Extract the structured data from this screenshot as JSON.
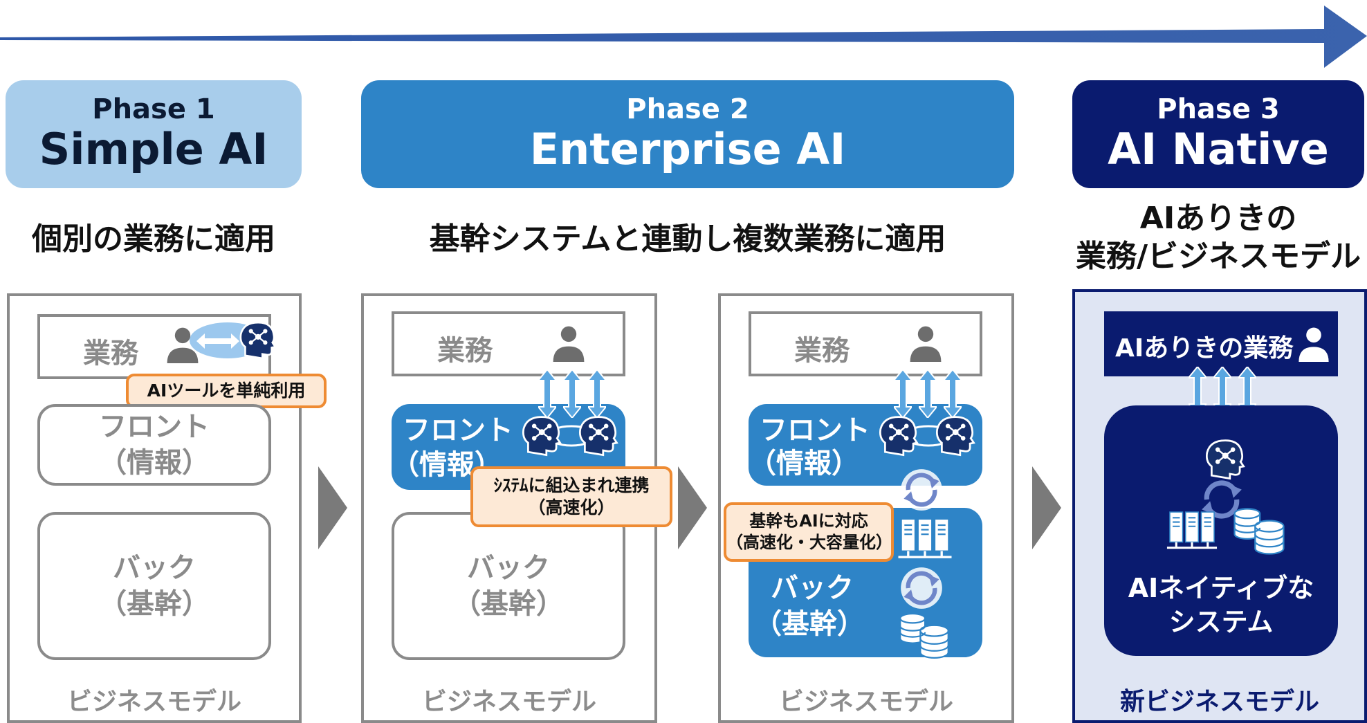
{
  "phases": [
    {
      "number": "Phase 1",
      "name": "Simple AI",
      "description": "個別の業務に適用"
    },
    {
      "number": "Phase 2",
      "name": "Enterprise AI",
      "description": "基幹システムと連動し複数業務に適用"
    },
    {
      "number": "Phase 3",
      "name": "AI Native",
      "description_line1": "AIありきの",
      "description_line2": "業務/ビジネスモデル"
    }
  ],
  "panel1": {
    "task": "業務",
    "callout": "AIツールを単純利用",
    "front_line1": "フロント",
    "front_line2": "（情報）",
    "back_line1": "バック",
    "back_line2": "（基幹）",
    "business_model": "ビジネスモデル"
  },
  "panel2": {
    "task": "業務",
    "front_line1": "フロント",
    "front_line2": "（情報）",
    "callout_line1": "ｼｽﾃﾑに組込まれ連携",
    "callout_line2": "（高速化）",
    "back_line1": "バック",
    "back_line2": "（基幹）",
    "business_model": "ビジネスモデル"
  },
  "panel3": {
    "task": "業務",
    "front_line1": "フロント",
    "front_line2": "（情報）",
    "callout_line1": "基幹もAIに対応",
    "callout_line2": "（高速化・大容量化）",
    "back_line1": "バック",
    "back_line2": "（基幹）",
    "business_model": "ビジネスモデル"
  },
  "panel4": {
    "task": "AIありきの業務",
    "system_line1": "AIネイティブな",
    "system_line2": "システム",
    "business_model": "新ビジネスモデル"
  },
  "icons": [
    "timeline-arrow",
    "person-icon",
    "ai-brain-icon",
    "bidirectional-arrow-icon",
    "up-down-arrows-icon",
    "sync-icon",
    "server-icon",
    "database-icon",
    "chevron-right-icon"
  ],
  "colors": {
    "light_blue": "#a8cdeb",
    "mid_blue": "#2e84c7",
    "navy": "#0a1b6f",
    "gray": "#8a8a8a",
    "callout_fill": "#fde9d6",
    "callout_border": "#ee8b33"
  }
}
